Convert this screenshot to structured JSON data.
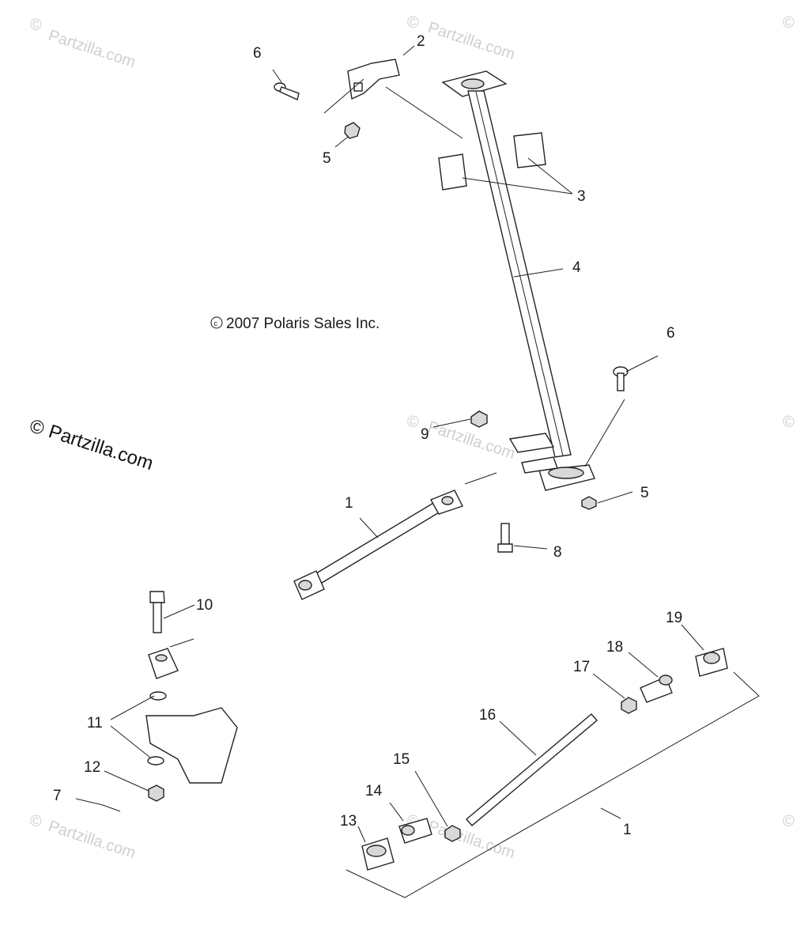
{
  "copyright": "2007 Polaris Sales Inc.",
  "watermark": "Partzilla.com",
  "callouts": {
    "c1a": "1",
    "c1b": "1",
    "c2": "2",
    "c3": "3",
    "c4": "4",
    "c5a": "5",
    "c5b": "5",
    "c6a": "6",
    "c6b": "6",
    "c7": "7",
    "c8": "8",
    "c9": "9",
    "c10": "10",
    "c11": "11",
    "c12": "12",
    "c13": "13",
    "c14": "14",
    "c15": "15",
    "c16": "16",
    "c17": "17",
    "c18": "18",
    "c19": "19"
  }
}
